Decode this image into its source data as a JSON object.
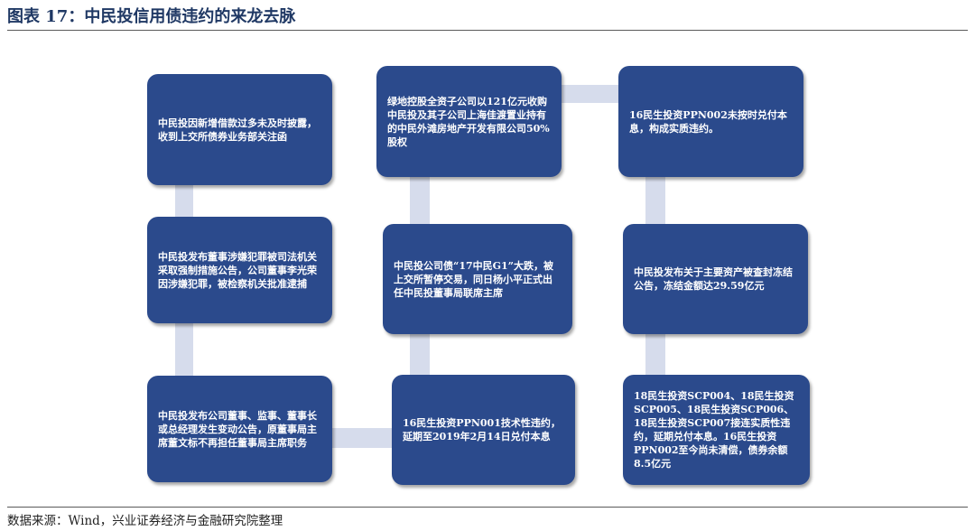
{
  "figure": {
    "title": "图表 17：中民投信用债违约的来龙去脉",
    "source": "数据来源：Wind，兴业证券经济与金融研究院整理"
  },
  "events": [
    {
      "id": "e1",
      "date": "",
      "text": "中民投因新增借款过多未及时披露，收到上交所债券业务部关注函"
    },
    {
      "id": "e2",
      "date": "",
      "text": "中民投发布董事涉嫌犯罪被司法机关采取强制措施公告，公司董事李光荣因涉嫌犯罪，被检察机关批准逮捕"
    },
    {
      "id": "e3",
      "date": "",
      "text": "中民投发布公司董事、监事、董事长或总经理发生变动公告，原董事局主席董文标不再担任董事局主席职务"
    },
    {
      "id": "e4",
      "date": "",
      "text": "16民生投资PPN001技术性违约，延期至2019年2月14日兑付本息"
    },
    {
      "id": "e5",
      "date": "",
      "text": "中民投公司债“17中民G1”大跌，被上交所暂停交易，同日杨小平正式出任中民投董事局联席主席"
    },
    {
      "id": "e6",
      "date": "",
      "text": "绿地控股全资子公司以121亿元收购中民投及其子公司上海佳渡置业持有的中民外滩房地产开发有限公司50%股权"
    },
    {
      "id": "e7",
      "date": "",
      "text": "16民生投资PPN002未按时兑付本息，构成实质违约。"
    },
    {
      "id": "e8",
      "date": "",
      "text": "中民投发布关于主要资产被查封冻结公告，冻结金额达29.59亿元"
    },
    {
      "id": "e9",
      "date": "",
      "text": "18民生投资SCP004、18民生投资SCP005、18民生投资SCP006、18民生投资SCP007接连实质性违约，延期兑付本息。16民生投资PPN002至今尚未清偿，债券余额8.5亿元"
    }
  ],
  "colors": {
    "box_fill": "#2b4a8c",
    "box_text": "#ffffff",
    "date_text": "#e23b3b",
    "connector": "#d6dcec",
    "title": "#1f3864"
  }
}
